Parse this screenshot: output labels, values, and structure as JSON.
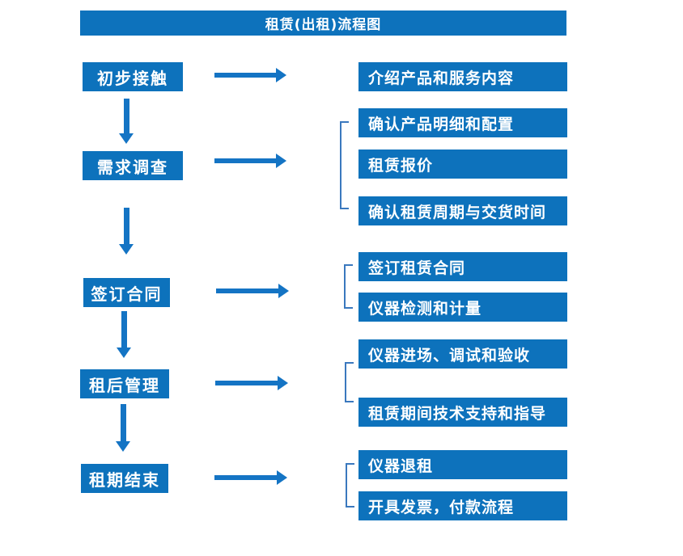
{
  "title": "租赁(出租)流程图",
  "colors": {
    "box_blue": "#0D72BC",
    "arrow_blue": "#1474C4",
    "bracket_blue": "#3A78BE",
    "text_white": "#FFFFFF",
    "background": "#FFFFFF"
  },
  "steps": [
    {
      "label": "初步接触",
      "details": [
        "介绍产品和服务内容"
      ]
    },
    {
      "label": "需求调查",
      "details": [
        "确认产品明细和配置",
        "租赁报价",
        "确认租赁周期与交货时间"
      ]
    },
    {
      "label": "签订合同",
      "details": [
        "签订租赁合同",
        "仪器检测和计量"
      ]
    },
    {
      "label": "租后管理",
      "details": [
        "仪器进场、调试和验收",
        "租赁期间技术支持和指导"
      ]
    },
    {
      "label": "租期结束",
      "details": [
        "仪器退租",
        "开具发票，付款流程"
      ]
    }
  ]
}
